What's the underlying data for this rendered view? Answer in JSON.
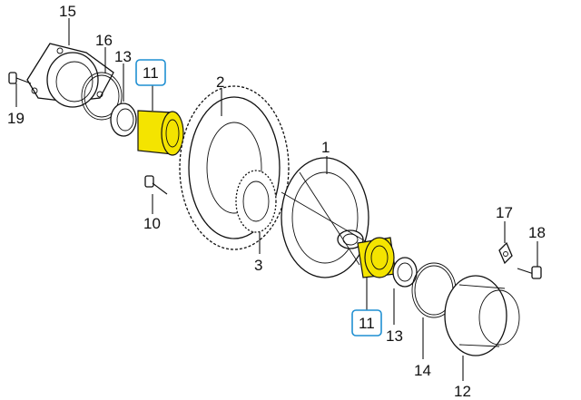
{
  "callouts": {
    "p1": "1",
    "p2": "2",
    "p3": "3",
    "p10": "10",
    "p11_top": "11",
    "p11_bottom": "11",
    "p12": "12",
    "p13_top": "13",
    "p13_bottom": "13",
    "p14": "14",
    "p15": "15",
    "p16": "16",
    "p17": "17",
    "p18": "18",
    "p19": "19"
  },
  "colors": {
    "highlight_fill": "#f4e400",
    "highlight_box": "#1f8fd2",
    "line": "#111111"
  }
}
